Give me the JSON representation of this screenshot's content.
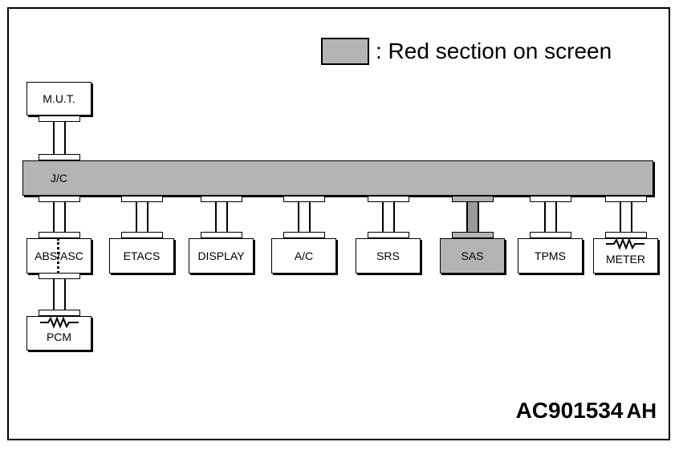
{
  "legend": {
    "text": ": Red section on screen",
    "color": "#b4b4b4"
  },
  "bus": {
    "label": "J/C"
  },
  "top_module": {
    "label": "M.U.T."
  },
  "modules": [
    {
      "label": "ABS/ASC",
      "highlighted": false
    },
    {
      "label": "ETACS",
      "highlighted": false
    },
    {
      "label": "DISPLAY",
      "highlighted": false
    },
    {
      "label": "A/C",
      "highlighted": false
    },
    {
      "label": "SRS",
      "highlighted": false
    },
    {
      "label": "SAS",
      "highlighted": true
    },
    {
      "label": "TPMS",
      "highlighted": false
    },
    {
      "label": "METER",
      "highlighted": false,
      "terminating_resistor": true
    }
  ],
  "bottom_module": {
    "label": "PCM",
    "terminating_resistor": true
  },
  "figure_code": {
    "main": "AC901534",
    "suffix": "AH"
  }
}
